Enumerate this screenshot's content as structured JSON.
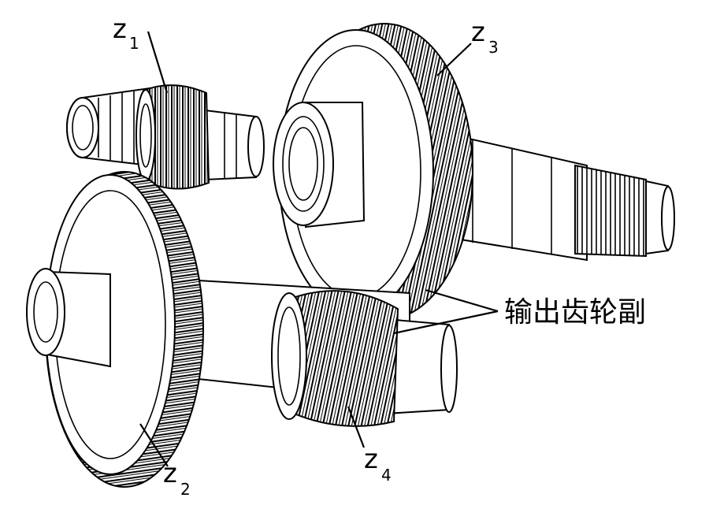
{
  "labels": {
    "z1": {
      "main": "z",
      "sub": "1"
    },
    "z2": {
      "main": "z",
      "sub": "2"
    },
    "z3": {
      "main": "z",
      "sub": "3"
    },
    "z4": {
      "main": "z",
      "sub": "4"
    },
    "output_pair": "输出齿轮副"
  },
  "colors": {
    "line": "#000000",
    "background": "#ffffff"
  }
}
